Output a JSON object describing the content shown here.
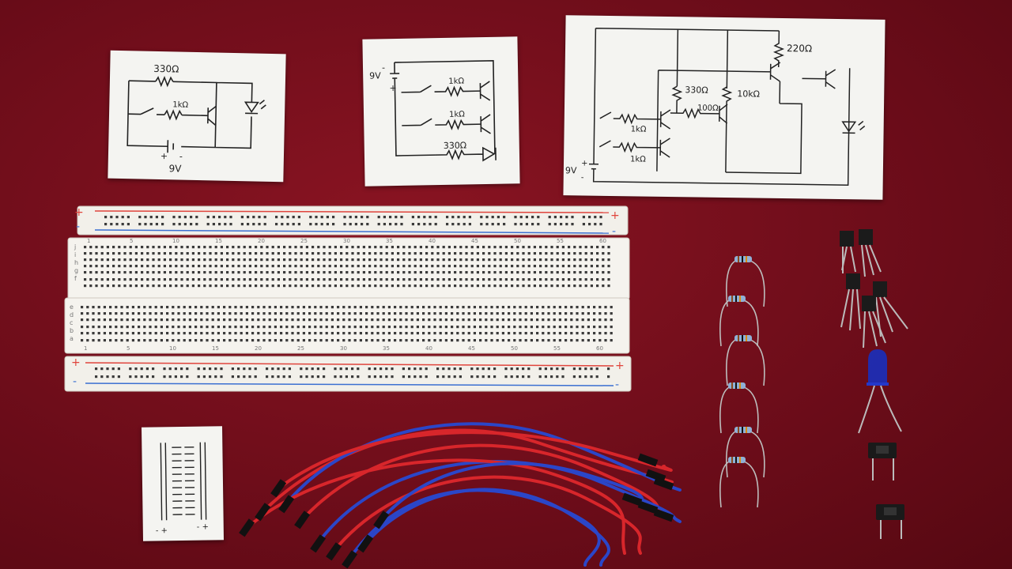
{
  "scene": {
    "colors": {
      "carpet": "#6e0d1a",
      "paper": "#f4f4f1",
      "ink": "#222222",
      "breadboard": "#f2f0ea",
      "rail_red": "#e0443c",
      "rail_blue": "#3b6fd1",
      "wire_red": "#d8262b",
      "wire_blue": "#2b46c8",
      "led_blue": "#1b2fb8"
    }
  },
  "schematic_1": {
    "r_top": "330Ω",
    "r_base": "1kΩ",
    "battery_plus": "+",
    "battery_minus": "-",
    "battery_voltage": "9V"
  },
  "schematic_2": {
    "battery_voltage": "9V",
    "battery_minus": "-",
    "battery_plus": "+",
    "r_base_1": "1kΩ",
    "r_base_2": "1kΩ",
    "r_led": "330Ω"
  },
  "schematic_3": {
    "r_collector": "220Ω",
    "r_330": "330Ω",
    "r_100": "100Ω",
    "r_10k": "10kΩ",
    "r_base_1": "1kΩ",
    "r_base_2": "1kΩ",
    "battery_voltage": "9V",
    "battery_plus": "+",
    "battery_minus": "-"
  },
  "breadboard": {
    "rail_plus": "+",
    "rail_minus": "-",
    "row_letters_top": [
      "j",
      "i",
      "h",
      "g",
      "f"
    ],
    "row_letters_bottom": [
      "e",
      "d",
      "c",
      "b",
      "a"
    ],
    "column_numbers": [
      "1",
      "5",
      "10",
      "15",
      "20",
      "25",
      "30",
      "35",
      "40",
      "45",
      "50",
      "55",
      "60"
    ]
  },
  "note_card": {
    "label_left": "- +",
    "label_right": "- +"
  }
}
